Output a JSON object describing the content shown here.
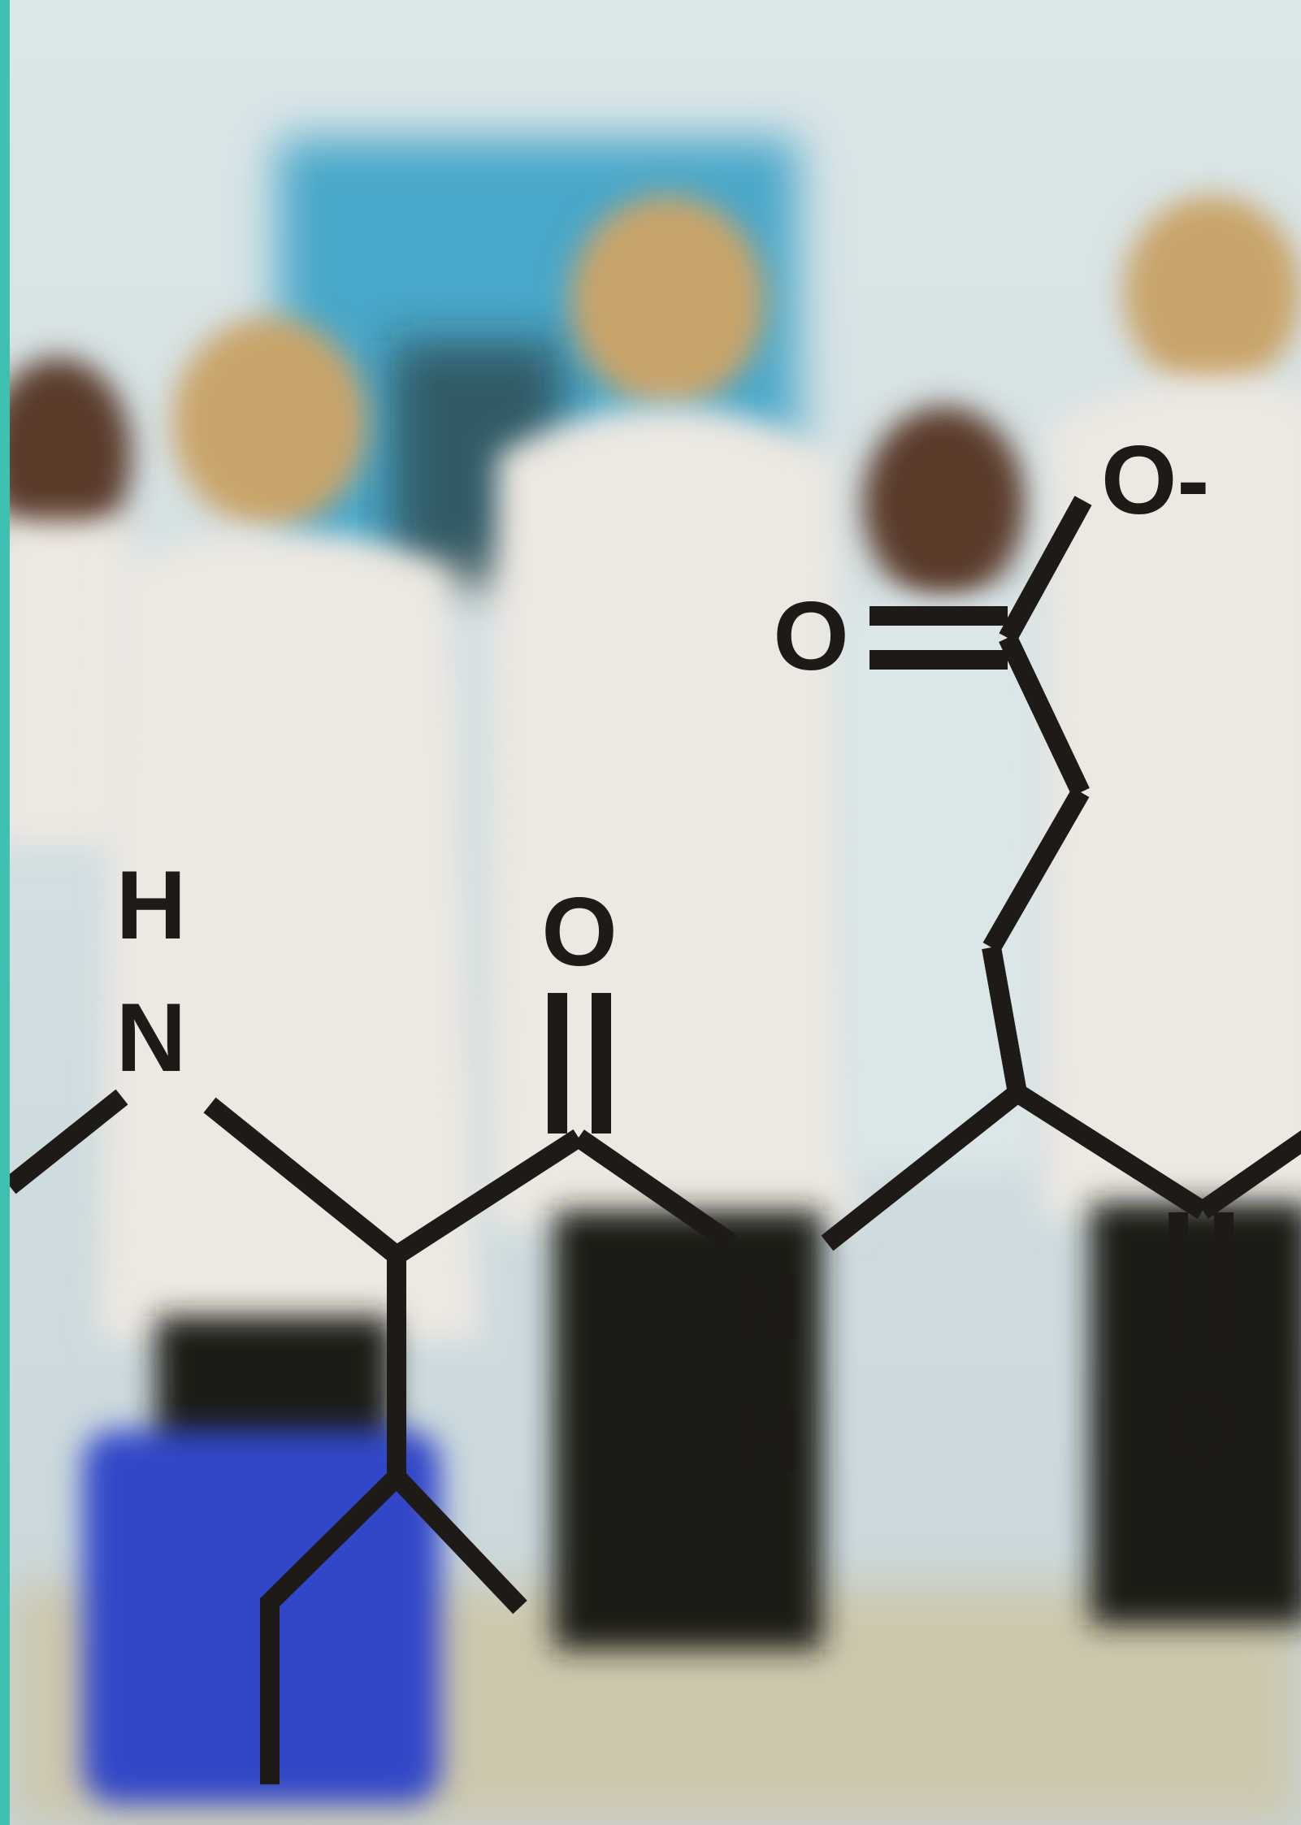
{
  "colors": {
    "accent_bar": "#3fc1b2",
    "wall": "#c8d6da",
    "wall_light": "#dbe6e8",
    "poster": "#4aa7c9",
    "lab_coat": "#ece8e2",
    "hair_blonde": "#c9a46a",
    "hair_dark": "#5a3a2a",
    "trousers": "#1c1a18",
    "floor": "#cdc7ad",
    "blue_container": "#3346c8",
    "molecule_ink": "#1e1a17"
  },
  "molecule": {
    "atoms": {
      "h_top_left": "H",
      "n_top_left": "N",
      "o_middle": "O",
      "o_upper": "O",
      "o_minus": "O-",
      "n_center": "N",
      "h_center": "H",
      "o_bottom_right": "O"
    }
  }
}
